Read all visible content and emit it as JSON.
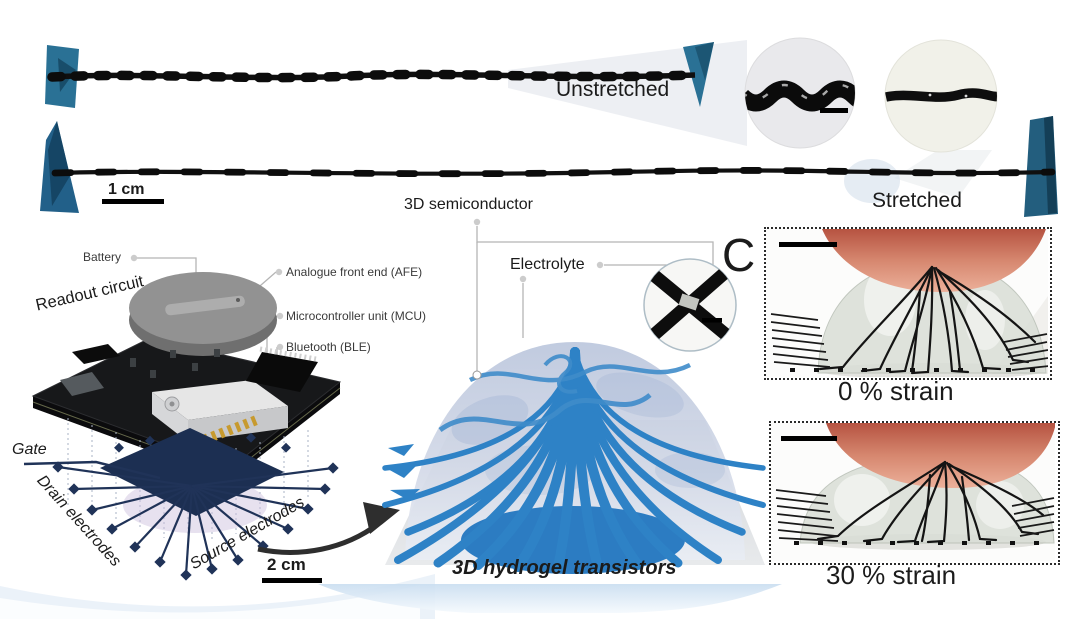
{
  "panel_letter": "C",
  "fiber_panel": {
    "unstretched_label": "Unstretched",
    "stretched_label": "Stretched",
    "scale_bar_label": "1 cm"
  },
  "circuit_panel": {
    "title": "Readout circuit",
    "battery_label": "Battery",
    "afe_label": "Analogue front end (AFE)",
    "mcu_label": "Microcontroller unit (MCU)",
    "ble_label": "Bluetooth (BLE)",
    "gate_label": "Gate",
    "drain_label": "Drain electrodes",
    "source_label": "Source electrodes",
    "scale_bar_label": "2 cm"
  },
  "hydrogel_panel": {
    "semiconductor_label": "3D semiconductor",
    "electrolyte_label": "Electrolyte",
    "caption": "3D hydrogel transistors"
  },
  "strain_panel": {
    "strain_0_label": "0 % strain",
    "strain_30_label": "30 % strain"
  },
  "colors": {
    "clamp_blue": "#2a7195",
    "tube_blue": "#2e82c6",
    "electrode_navy": "#20335a",
    "finger_skin": "#cf7a63",
    "swoosh_blue": "#dce9f6"
  }
}
